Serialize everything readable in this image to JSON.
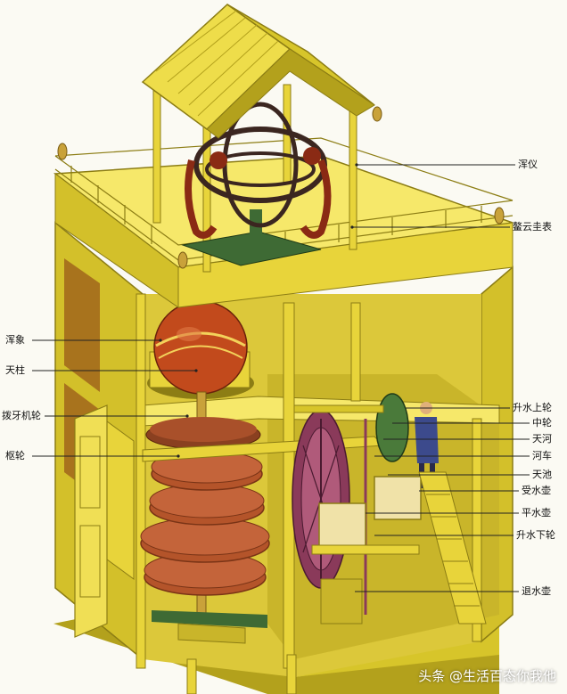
{
  "labels_right": [
    {
      "id": "hunyi",
      "text": "浑仪"
    },
    {
      "id": "aoyunguibiao",
      "text": "鳌云圭表"
    },
    {
      "id": "shengshuishanglun",
      "text": "升水上轮"
    },
    {
      "id": "zhonglun",
      "text": "中轮"
    },
    {
      "id": "tianhe",
      "text": "天河"
    },
    {
      "id": "heche",
      "text": "河车"
    },
    {
      "id": "tianchi",
      "text": "天池"
    },
    {
      "id": "shoushuihu",
      "text": "受水壶"
    },
    {
      "id": "pingshuihu",
      "text": "平水壶"
    },
    {
      "id": "shengshuixialun",
      "text": "升水下轮"
    },
    {
      "id": "tuishuihu",
      "text": "退水壶"
    }
  ],
  "labels_left": [
    {
      "id": "hunxiang",
      "text": "浑象"
    },
    {
      "id": "tianzhu",
      "text": "天柱"
    },
    {
      "id": "boyajilun",
      "text": "拨牙机轮"
    },
    {
      "id": "shulun",
      "text": "枢轮"
    }
  ],
  "watermark": "头条 @生活百态你我他",
  "colors": {
    "wood": "#e8d43a",
    "wood_dark": "#b3a11c",
    "wood_shadow": "#8c7d14",
    "floor": "#f6e86a",
    "interior": "#d9c52c",
    "globe": "#c24a1c",
    "wheel": "#b4542a",
    "wheel_dark": "#7a3416",
    "armillary": "#3b2620",
    "dragon": "#8a2a14",
    "water_wheel": "#8a3a5a",
    "green": "#3e6a34",
    "box": "#f0e2a8",
    "figure_blue": "#3c4a8c",
    "leader": "#222222"
  }
}
